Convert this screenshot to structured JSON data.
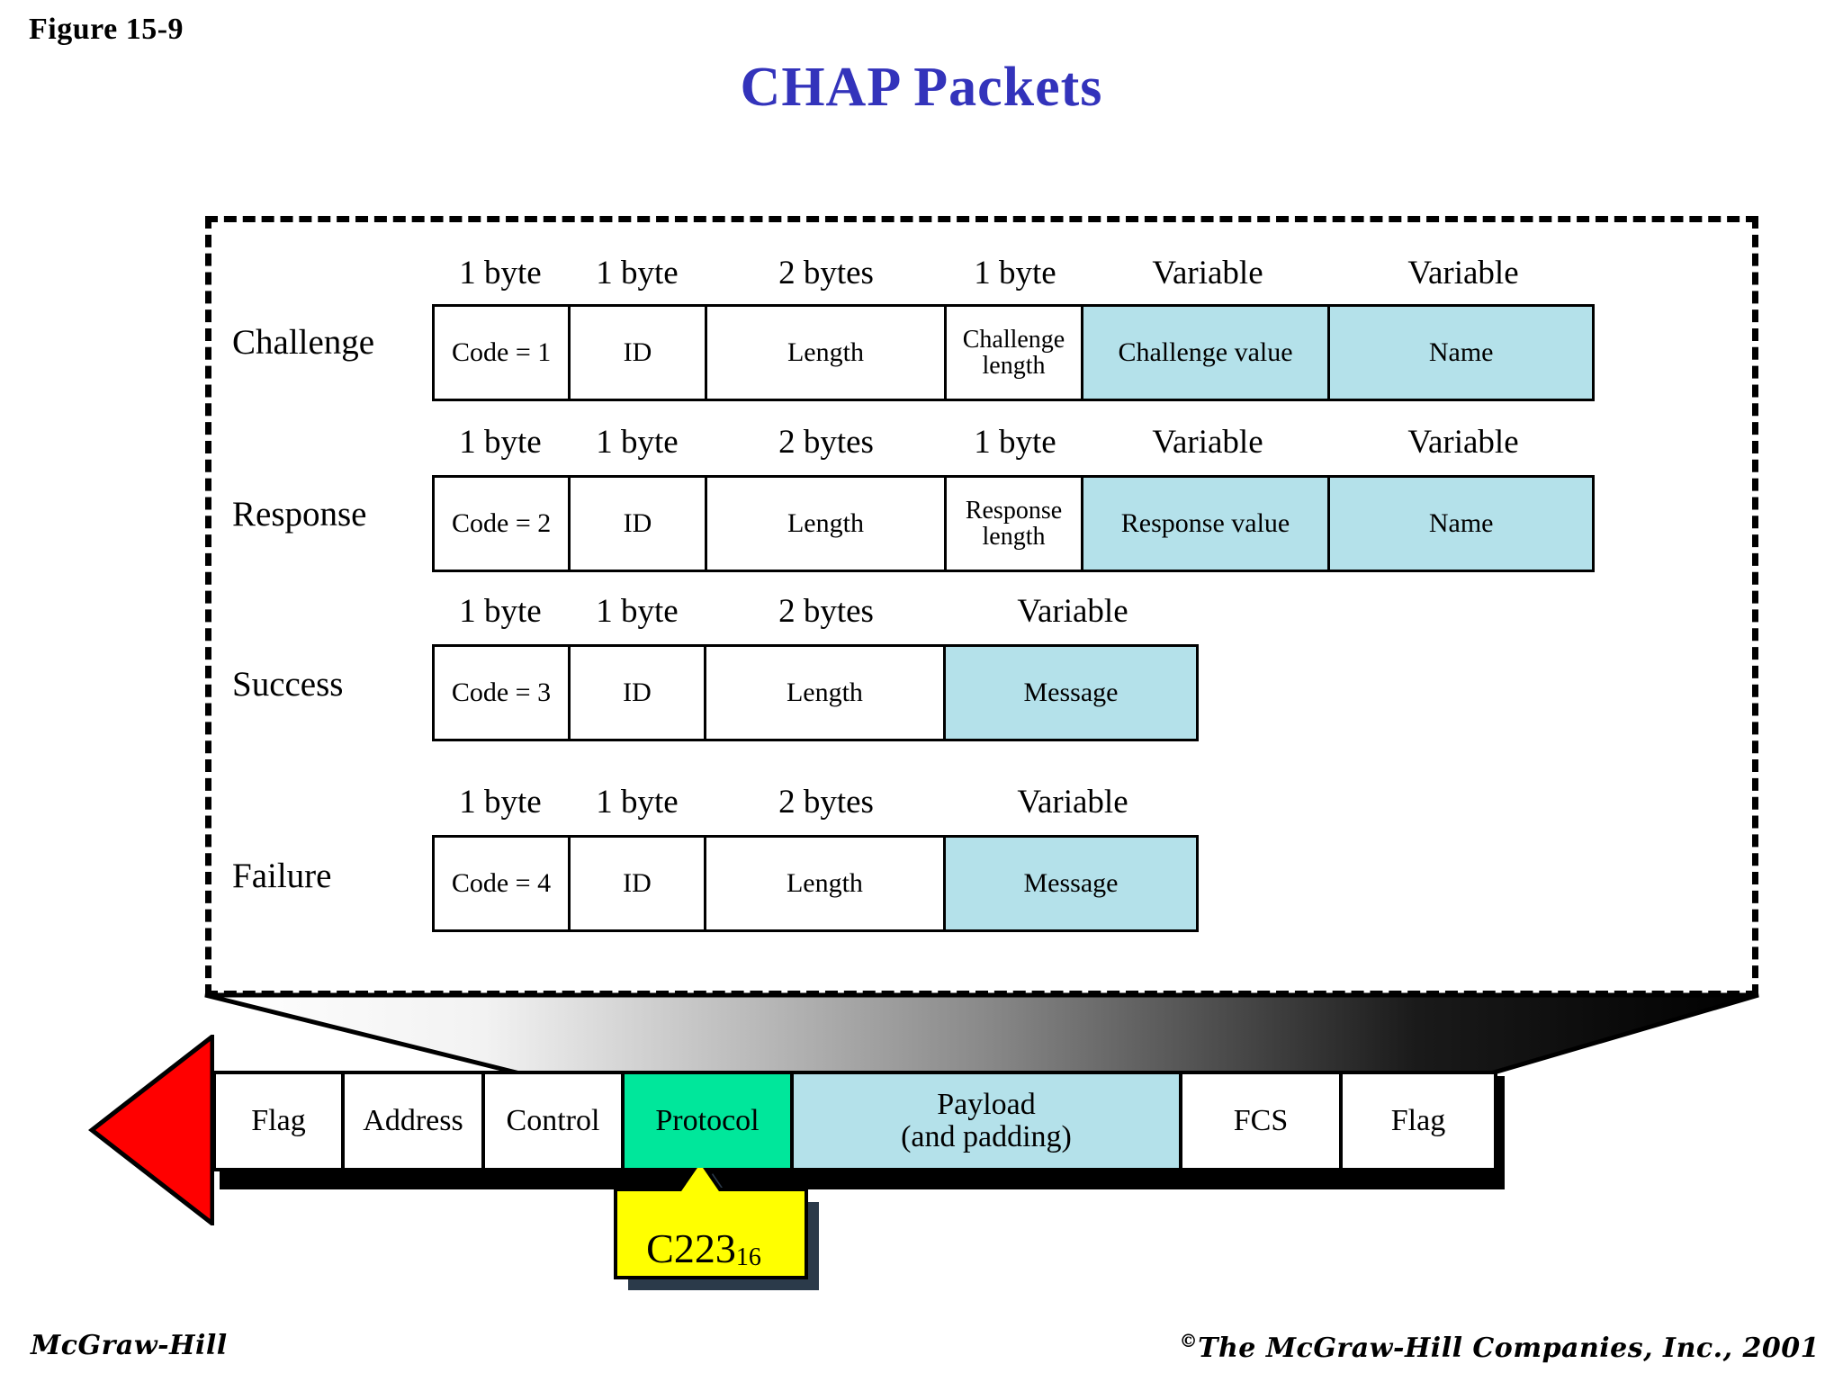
{
  "figure": {
    "label": "Figure 15-9"
  },
  "title": "CHAP Packets",
  "colors": {
    "title": "#3333bb",
    "variable_field": "#b4e1ea",
    "protocol_field": "#00e79b",
    "arrow": "#ff0000",
    "callout": "#ffff00",
    "callout_shadow": "#2b3a4a"
  },
  "packets": [
    {
      "name": "Challenge",
      "sizes": [
        "1 byte",
        "1 byte",
        "2 bytes",
        "1 byte",
        "Variable",
        "Variable"
      ],
      "fields": [
        {
          "label": "Code  = 1",
          "highlight": false
        },
        {
          "label": "ID",
          "highlight": false
        },
        {
          "label": "Length",
          "highlight": false
        },
        {
          "label": "Challenge\nlength",
          "highlight": false
        },
        {
          "label": "Challenge value",
          "highlight": true
        },
        {
          "label": "Name",
          "highlight": true
        }
      ]
    },
    {
      "name": "Response",
      "sizes": [
        "1 byte",
        "1 byte",
        "2 bytes",
        "1 byte",
        "Variable",
        "Variable"
      ],
      "fields": [
        {
          "label": "Code  = 2",
          "highlight": false
        },
        {
          "label": "ID",
          "highlight": false
        },
        {
          "label": "Length",
          "highlight": false
        },
        {
          "label": "Response\nlength",
          "highlight": false
        },
        {
          "label": "Response value",
          "highlight": true
        },
        {
          "label": "Name",
          "highlight": true
        }
      ]
    },
    {
      "name": "Success",
      "sizes": [
        "1 byte",
        "1 byte",
        "2 bytes",
        "Variable"
      ],
      "fields": [
        {
          "label": "Code  = 3",
          "highlight": false
        },
        {
          "label": "ID",
          "highlight": false
        },
        {
          "label": "Length",
          "highlight": false
        },
        {
          "label": "Message",
          "highlight": true
        }
      ]
    },
    {
      "name": "Failure",
      "sizes": [
        "1 byte",
        "1 byte",
        "2 bytes",
        "Variable"
      ],
      "fields": [
        {
          "label": "Code  = 4",
          "highlight": false
        },
        {
          "label": "ID",
          "highlight": false
        },
        {
          "label": "Length",
          "highlight": false
        },
        {
          "label": "Message",
          "highlight": true
        }
      ]
    }
  ],
  "ppp_frame": {
    "fields": [
      {
        "label": "Flag",
        "fill": "white"
      },
      {
        "label": "Address",
        "fill": "white"
      },
      {
        "label": "Control",
        "fill": "white"
      },
      {
        "label": "Protocol",
        "fill": "green"
      },
      {
        "label": "Payload\n(and padding)",
        "fill": "blue"
      },
      {
        "label": "FCS",
        "fill": "white"
      },
      {
        "label": "Flag",
        "fill": "white"
      }
    ]
  },
  "callout": {
    "value": "C223",
    "subscript": "16"
  },
  "footer": {
    "left": "McGraw-Hill",
    "copyright_mark": "©",
    "right": "The McGraw-Hill Companies, Inc., 2001"
  }
}
